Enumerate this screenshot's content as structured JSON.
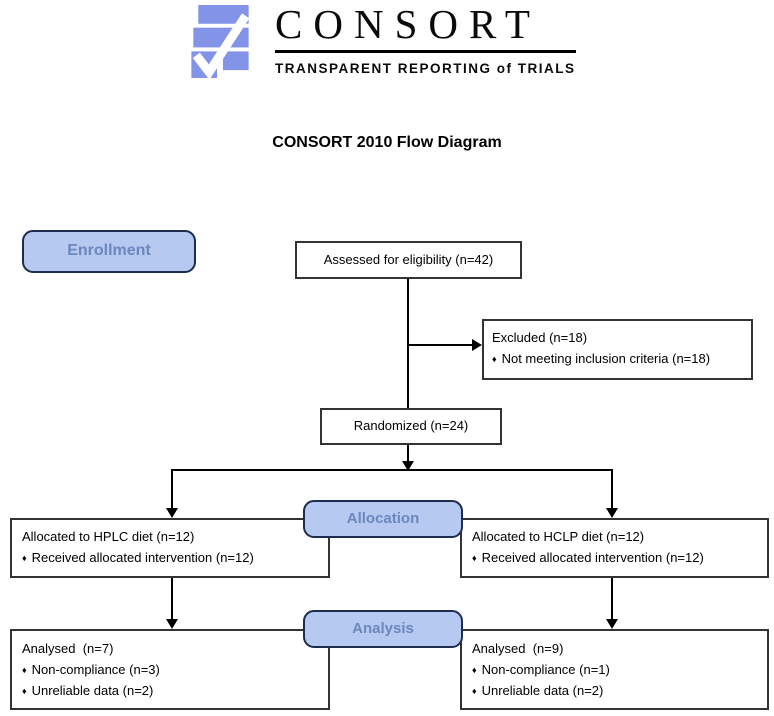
{
  "logo": {
    "title": "CONSORT",
    "subtitle": "TRANSPARENT REPORTING of TRIALS"
  },
  "page_title": "CONSORT 2010 Flow Diagram",
  "stages": {
    "enrollment": "Enrollment",
    "allocation": "Allocation",
    "analysis": "Analysis"
  },
  "bullet_glyph": "♦",
  "boxes": {
    "assessed": {
      "title": "Assessed for eligibility (n=42)"
    },
    "excluded": {
      "title": "Excluded (n=18)",
      "bullets": [
        "Not meeting inclusion criteria (n=18)"
      ]
    },
    "randomized": {
      "title": "Randomized (n=24)"
    },
    "allocated_left": {
      "title": "Allocated to HPLC diet (n=12)",
      "bullets": [
        "Received allocated intervention (n=12)"
      ]
    },
    "allocated_right": {
      "title": "Allocated to HCLP diet (n=12)",
      "bullets": [
        "Received allocated intervention (n=12)"
      ]
    },
    "analysed_left": {
      "title": "Analysed  (n=7)",
      "bullets": [
        "Non-compliance (n=3)",
        "Unreliable data (n=2)"
      ]
    },
    "analysed_right": {
      "title": "Analysed  (n=9)",
      "bullets": [
        "Non-compliance (n=1)",
        "Unreliable data (n=2)"
      ]
    }
  },
  "colors": {
    "logo_blue": "#8394e8",
    "stage_fill": "#b6c9f1",
    "stage_border": "#1e2c4e",
    "stage_text": "#6b87bd",
    "box_border": "#333333",
    "connector": "#000000"
  }
}
